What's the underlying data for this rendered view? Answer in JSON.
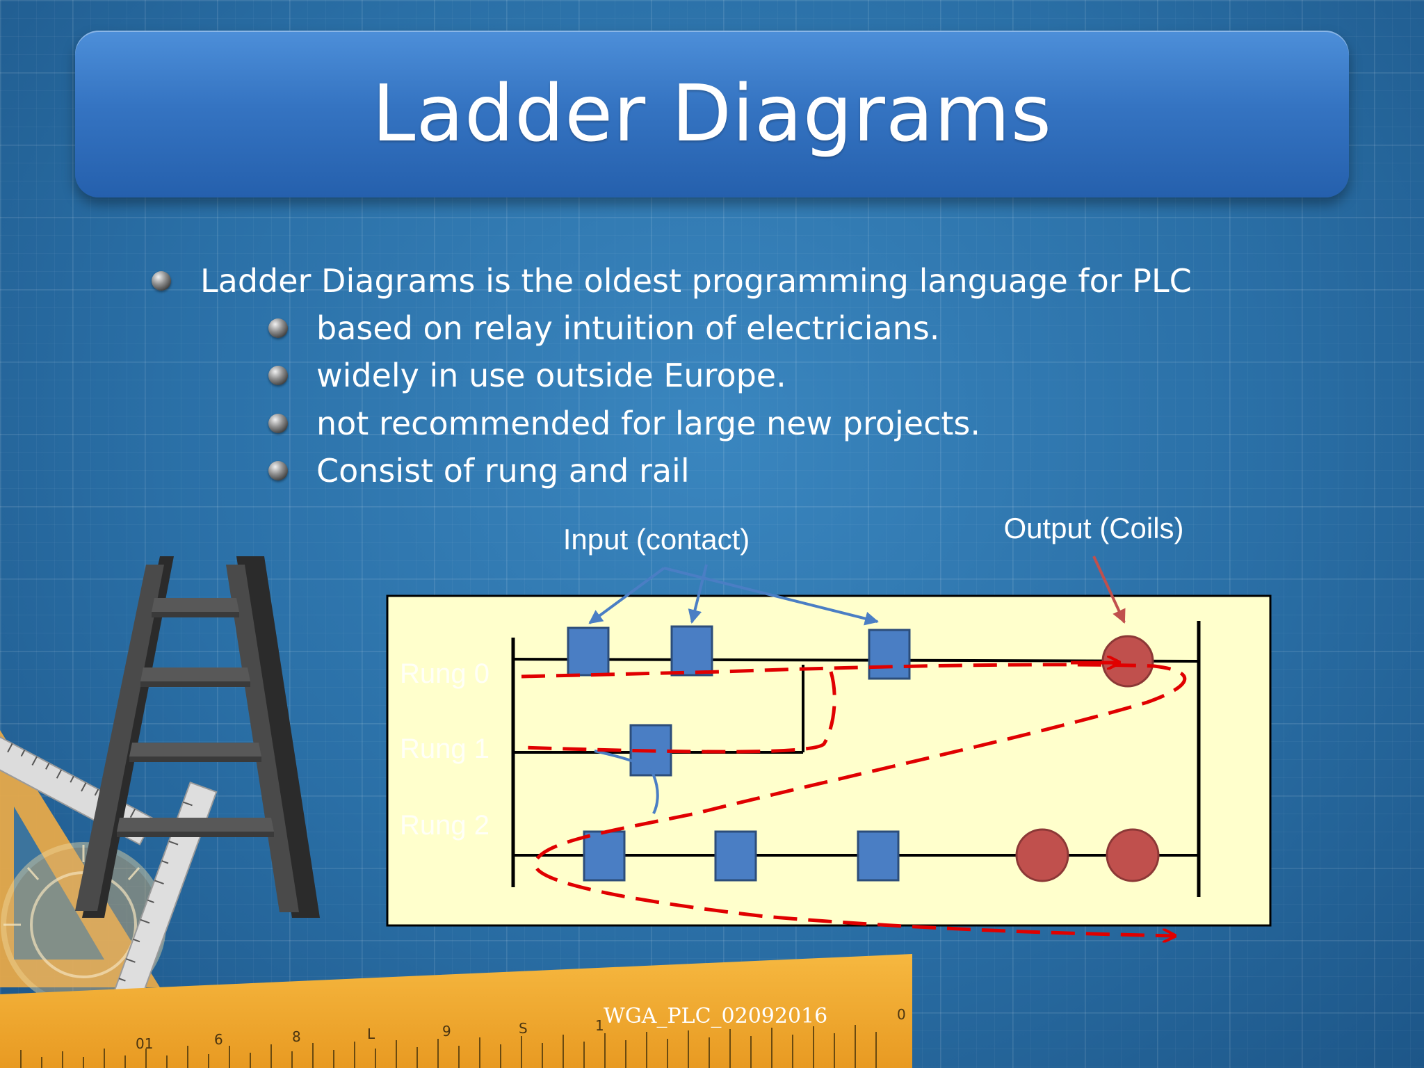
{
  "slide": {
    "title": "Ladder Diagrams",
    "bullets": [
      {
        "level": 1,
        "text": "Ladder Diagrams is the oldest programming language for PLC"
      },
      {
        "level": 2,
        "text": "based on relay intuition of electricians."
      },
      {
        "level": 2,
        "text": "widely in use outside Europe."
      },
      {
        "level": 2,
        "text": "not recommended for large new projects."
      },
      {
        "level": 2,
        "text": "Consist of rung and rail"
      }
    ],
    "footer": "WGA_PLC_02092016"
  },
  "diagram": {
    "input_label": "Input (contact)",
    "output_label": "Output (Coils)",
    "rungs": [
      "Rung 0",
      "Rung 1",
      "Rung 2"
    ]
  },
  "ruler_numbers": [
    "01",
    "6",
    "8",
    "L",
    "9",
    "S",
    "1",
    "0"
  ],
  "colors": {
    "title_banner": "#3574c2",
    "contact": "#4a7ec4",
    "coil": "#c0504d",
    "flow_path": "#e00000",
    "diagram_bg": "#ffffcc",
    "ruler": "#f0a830",
    "ladder": "#3a3a3a"
  }
}
